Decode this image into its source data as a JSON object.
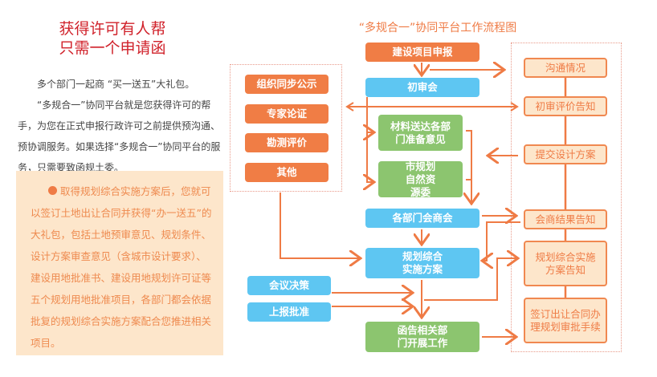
{
  "left": {
    "title_lines": [
      "获得许可有人帮",
      "只需一个申请函"
    ],
    "intro": [
      "多个部门一起商 “买一送五”大礼包。",
      "“多规合一”协同平台就是您获得许可的帮手，为您在正式申报行政许可之前提供预沟通、预协调服务。如果选择“多规合一”协同平台的服务，只需要致函规土委。"
    ],
    "note": "取得规划综合实施方案后，您就可以签订土地出让合同并获得“办一送五”的大礼包，包括土地预审意见、规划条件、设计方案审查意见（含城市设计要求）、建设用地批准书、建设用地规划许可证等五个规划用地批准项目，各部门都会依据批复的规划综合实施方案配合您推进相关项目。"
  },
  "flow": {
    "title": "“多规合一”协同平台工作流程图",
    "center": {
      "apply": "建设项目申报",
      "initial_meeting": "初审会",
      "materials": "材料送达各部门准备意见",
      "city_planning": "市规划自然资源委",
      "consultation": "各部门会商会",
      "plan": "规划综合实施方案",
      "notify": "函告相关部门开展工作"
    },
    "left_group": [
      "组织同步公示",
      "专家论证",
      "勘测评价",
      "其他"
    ],
    "decision": [
      "会议决策",
      "上报批准"
    ],
    "right_group": [
      "沟通情况",
      "初审评价告知",
      "提交设计方案",
      "会商结果告知",
      "规划综合实施方案告知",
      "签订出让合同办理规划审批手续"
    ]
  },
  "colors": {
    "orange": "#f07d45",
    "blue": "#5ec6f2",
    "green": "#8cc56f",
    "title_red": "#d0212a",
    "note_bg": "#fde6cb"
  }
}
